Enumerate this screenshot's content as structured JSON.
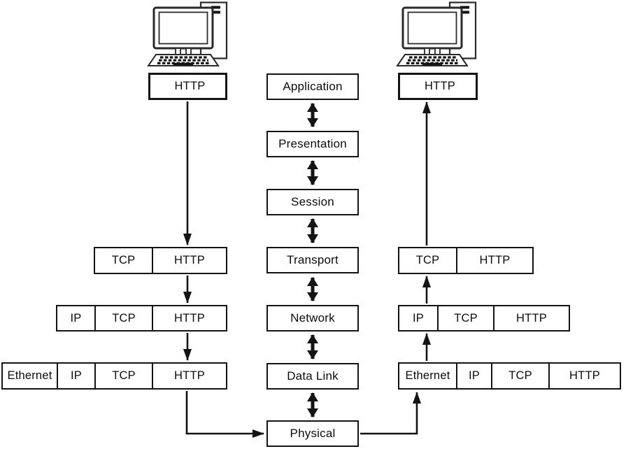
{
  "diagram": {
    "description": "OSI model layer stack with HTTP packet encapsulation between two computers",
    "middle_column": {
      "layers": [
        "Application",
        "Presentation",
        "Session",
        "Transport",
        "Network",
        "Data Link",
        "Physical"
      ]
    },
    "left_host": {
      "icon": "desktop-computer-icon",
      "rows": [
        [
          "HTTP"
        ],
        [
          "TCP",
          "HTTP"
        ],
        [
          "IP",
          "TCP",
          "HTTP"
        ],
        [
          "Ethernet",
          "IP",
          "TCP",
          "HTTP"
        ]
      ]
    },
    "right_host": {
      "icon": "desktop-computer-icon",
      "rows": [
        [
          "HTTP"
        ],
        [
          "TCP",
          "HTTP"
        ],
        [
          "IP",
          "TCP",
          "HTTP"
        ],
        [
          "Ethernet",
          "IP",
          "TCP",
          "HTTP"
        ]
      ]
    },
    "colors": {
      "line": "#141414",
      "background": "#ffffff",
      "box_fill": "#ffffff",
      "text": "#0d0d0d"
    }
  }
}
